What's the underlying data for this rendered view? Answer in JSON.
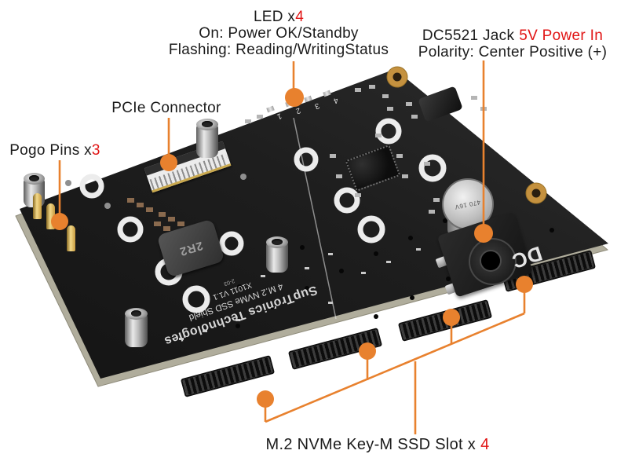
{
  "colors": {
    "callout": "#E8812E",
    "red": "#E11414",
    "board_dark": "#1E1E1E",
    "pcb_edge": "#B0AD9C"
  },
  "annotations": {
    "led": {
      "line1": "LED x",
      "line1_red": "4",
      "line2": "On: Power OK/Standby",
      "line3": "Flashing: Reading/WritingStatus"
    },
    "dc": {
      "line1": "DC5521 Jack",
      "line1_red": "5V Power In",
      "line2": "Polarity: Center Positive (+)"
    },
    "pcie": {
      "label": "PCIe Connector"
    },
    "pogo": {
      "label": "Pogo Pins x",
      "label_red": "3"
    },
    "m2": {
      "label": "M.2 NVMe Key-M SSD Slot x",
      "label_red": "4"
    }
  },
  "board": {
    "silkscreen": {
      "brand": "SupTronics Technologies",
      "product": "4 M.2 NVMe SSD Shield",
      "model": "X1011 V1.1",
      "code": "2-03"
    },
    "led_numbers": [
      "1",
      "2",
      "3",
      "4"
    ],
    "labels": {
      "inductor": "2R2",
      "dc": "DC",
      "capacitor": "470 16V"
    }
  }
}
